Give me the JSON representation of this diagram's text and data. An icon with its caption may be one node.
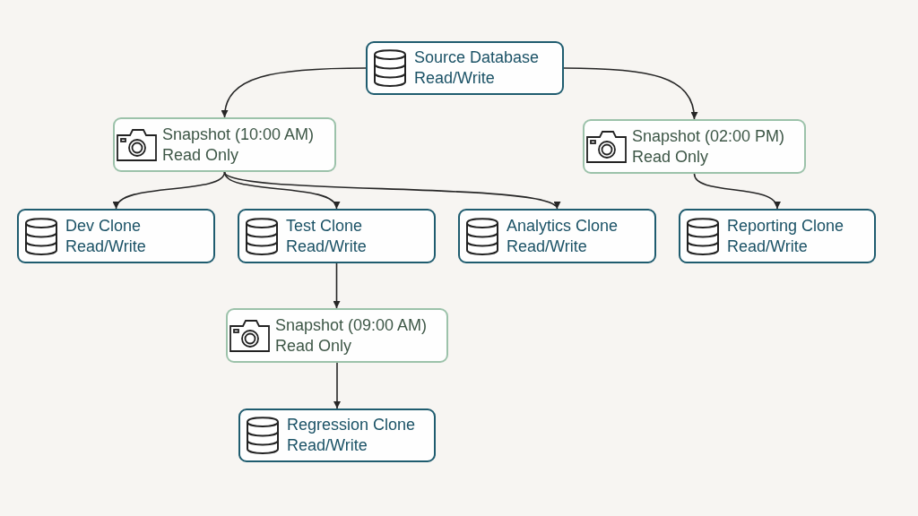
{
  "diagram": {
    "nodes": [
      {
        "text": [
          "Source Database",
          "Read/Write"
        ]
      },
      {
        "text": [
          "Snapshot (10:00 AM)",
          "Read Only"
        ]
      },
      {
        "text": [
          "Snapshot (02:00 PM)",
          "Read Only"
        ]
      },
      {
        "text": [
          "Dev Clone",
          "Read/Write"
        ]
      },
      {
        "text": [
          "Test Clone",
          "Read/Write"
        ]
      },
      {
        "text": [
          "Analytics Clone",
          "Read/Write"
        ]
      },
      {
        "text": [
          "Reporting Clone",
          "Read/Write"
        ]
      },
      {
        "text": [
          "Snapshot (09:00 AM)",
          "Read Only"
        ]
      },
      {
        "text": [
          "Regression Clone",
          "Read/Write"
        ]
      }
    ],
    "edges": [
      {
        "from": 0,
        "to": 1,
        "arrow": "to"
      },
      {
        "from": 0,
        "to": 2,
        "arrow": "to"
      },
      {
        "from": 1,
        "to": 3,
        "arrow": "to"
      },
      {
        "from": 1,
        "to": 4,
        "arrow": "to"
      },
      {
        "from": 1,
        "to": 5,
        "arrow": "to"
      },
      {
        "from": 2,
        "to": 6,
        "arrow": "to"
      },
      {
        "from": 4,
        "to": 7,
        "arrow": "to"
      },
      {
        "from": 7,
        "to": 8,
        "arrow": "to"
      }
    ]
  }
}
